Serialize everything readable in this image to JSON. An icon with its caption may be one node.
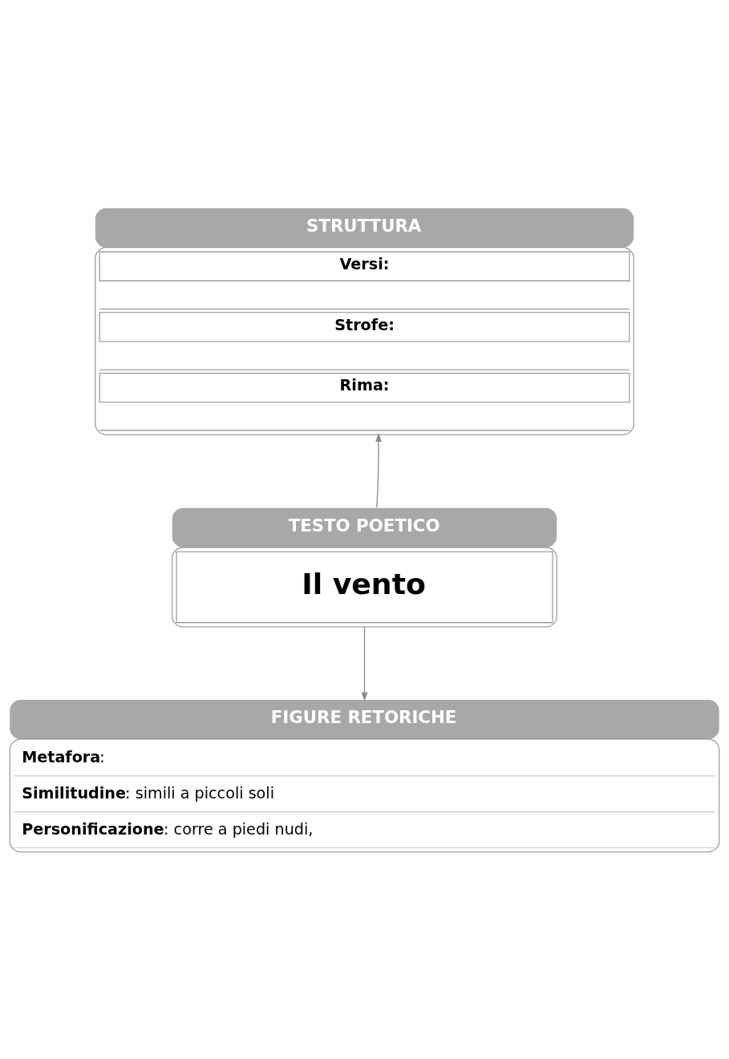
{
  "diagram": {
    "nodes": [
      {
        "text": [
          "STRUTTURA",
          "Versi:",
          "Strofe:",
          "Rima:"
        ]
      },
      {
        "text": [
          "TESTO POETICO",
          "Il vento"
        ]
      },
      {
        "text": [
          "FIGURE RETORICHE",
          "**Metafora**:",
          "**Similitudine**: simili a piccoli soli",
          "**Personificazione**: corre a piedi nudi,"
        ]
      }
    ],
    "edges": [
      {
        "from": 1,
        "to": 0,
        "arrow": "to"
      },
      {
        "from": 1,
        "to": 2,
        "arrow": "to"
      }
    ]
  }
}
